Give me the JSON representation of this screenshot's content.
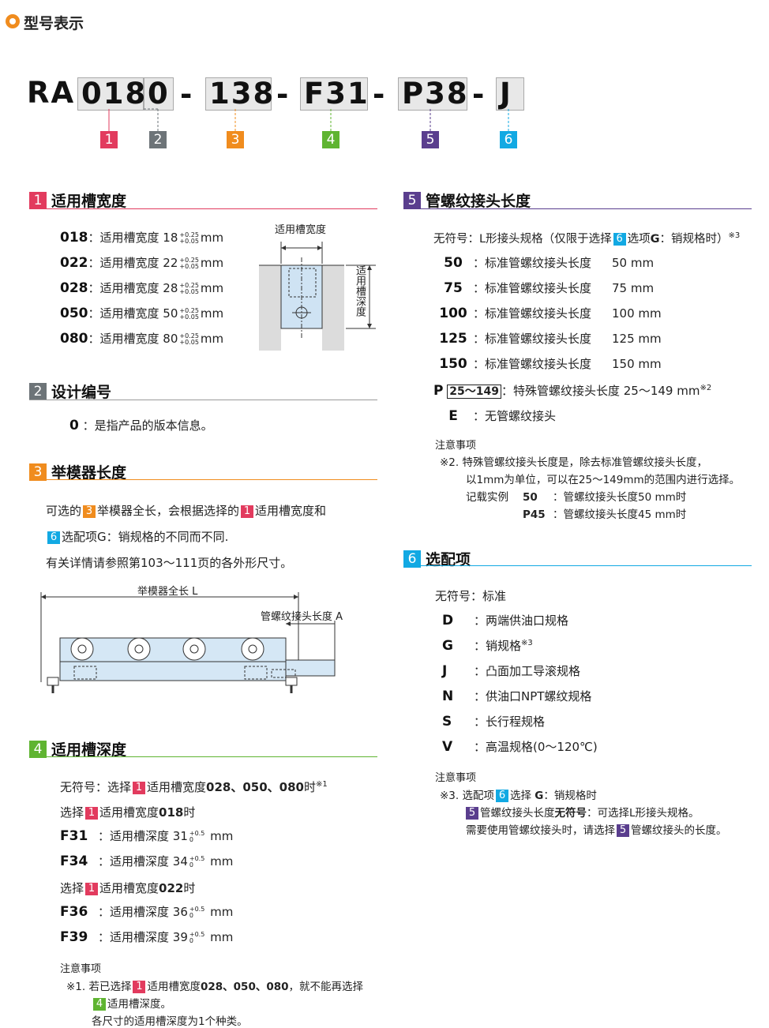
{
  "header": {
    "title": "型号表示"
  },
  "code": {
    "prefix": "RA",
    "seg1": "018",
    "seg2": "0",
    "dash": "-",
    "seg3": "138",
    "seg4": "F31",
    "seg5": "P38",
    "seg6": "J",
    "n1": "1",
    "n2": "2",
    "n3": "3",
    "n4": "4",
    "n5": "5",
    "n6": "6"
  },
  "s1": {
    "title": "适用槽宽度",
    "label": "：适用槽宽度",
    "unit": "mm",
    "tol_up": "+0.25",
    "tol_dn": "+0.05",
    "rows": [
      {
        "key": "018",
        "val": "18"
      },
      {
        "key": "022",
        "val": "22"
      },
      {
        "key": "028",
        "val": "28"
      },
      {
        "key": "050",
        "val": "50"
      },
      {
        "key": "080",
        "val": "80"
      }
    ],
    "fig_width": "适用槽宽度",
    "fig_depth": "适用槽深度"
  },
  "s2": {
    "title": "设计编号",
    "key": "0",
    "text": "：是指产品的版本信息。"
  },
  "s3": {
    "title": "举模器长度",
    "l1a": "可选的",
    "l1b": "举模器全长，会根据选择的",
    "l1c": "适用槽宽度和",
    "l2": "选配项G：销规格的不同而不同.",
    "l3": "有关详情请参照第103～111页的各外形尺寸。",
    "fig_total": "举模器全长 L",
    "fig_pipe": "管螺纹接头长度 A"
  },
  "s4": {
    "title": "适用槽深度",
    "l1a": "无符号：选择",
    "l1b": "适用槽宽度",
    "l1c": "028、050、080",
    "l1d": "时",
    "l1e": "※1",
    "sel018a": "选择",
    "sel018b": "适用槽宽度",
    "sel018c": "018",
    "sel018d": "时",
    "sel022a": "选择",
    "sel022b": "适用槽宽度",
    "sel022c": "022",
    "sel022d": "时",
    "label": "：适用槽深度",
    "unit": "mm",
    "tol_up": "+0.5",
    "tol_dn": "0",
    "rows": [
      {
        "key": "F31",
        "val": "31"
      },
      {
        "key": "F34",
        "val": "34"
      },
      {
        "key": "F36",
        "val": "36"
      },
      {
        "key": "F39",
        "val": "39"
      }
    ],
    "note_title": "注意事项",
    "n1a": "※1. 若已选择",
    "n1b": "适用槽宽度",
    "n1c": "028、050、080",
    "n1d": "，就不能再选择",
    "n2": "适用槽深度。",
    "n3": "各尺寸的适用槽深度为1个种类。"
  },
  "s5": {
    "title": "管螺纹接头长度",
    "l0a": "无符号：L形接头规格（仅限于选择",
    "l0b": "选项",
    "l0c": "G",
    "l0d": "：销规格时）",
    "l0e": "※3",
    "rows": [
      {
        "key": "50",
        "text": "：标准管螺纹接头长度",
        "val": "50 mm"
      },
      {
        "key": "75",
        "text": "：标准管螺纹接头长度",
        "val": "75 mm"
      },
      {
        "key": "100",
        "text": "：标准管螺纹接头长度",
        "val": "100 mm"
      },
      {
        "key": "125",
        "text": "：标准管螺纹接头长度",
        "val": "125 mm"
      },
      {
        "key": "150",
        "text": "：标准管螺纹接头长度",
        "val": "150 mm"
      }
    ],
    "pk": "P",
    "pbox": "25～149",
    "ptext": "：特殊管螺纹接头长度 25～149 mm",
    "pnote": "※2",
    "ek": "E",
    "etext": "：无管螺纹接头",
    "note_title": "注意事项",
    "n1": "※2. 特殊管螺纹接头长度是，除去标准管螺纹接头长度，",
    "n2": "以1mm为单位，可以在25～149mm的范围内进行选择。",
    "ex_label": "记载实例",
    "ex1k": "50",
    "ex1t": "：管螺纹接头长度50 mm时",
    "ex2k": "P45",
    "ex2t": "：管螺纹接头长度45 mm时"
  },
  "s6": {
    "title": "选配项",
    "l0": "无符号：标准",
    "rows": [
      {
        "key": "D",
        "text": "：两端供油口规格",
        "sup": ""
      },
      {
        "key": "G",
        "text": "：销规格",
        "sup": "※3"
      },
      {
        "key": "J",
        "text": "：凸面加工导滚规格",
        "sup": ""
      },
      {
        "key": "N",
        "text": "：供油口NPT螺纹规格",
        "sup": ""
      },
      {
        "key": "S",
        "text": "：长行程规格",
        "sup": ""
      },
      {
        "key": "V",
        "text": "：高温规格(0～120℃)",
        "sup": ""
      }
    ],
    "note_title": "注意事项",
    "n1a": "※3. 选配项",
    "n1b": "选择",
    "n1c": "G",
    "n1d": "：销规格时",
    "n2a": "管螺纹接头长度",
    "n2b": "无符号",
    "n2c": "：可选择L形接头规格。",
    "n3a": "需要使用管螺纹接头时，请选择",
    "n3b": "管螺纹接头的长度。"
  },
  "colors": {
    "c1": "#e23b5e",
    "c2": "#6d7478",
    "c3": "#f08c1e",
    "c4": "#5fb431",
    "c5": "#5a3e8e",
    "c6": "#12a9e3"
  }
}
